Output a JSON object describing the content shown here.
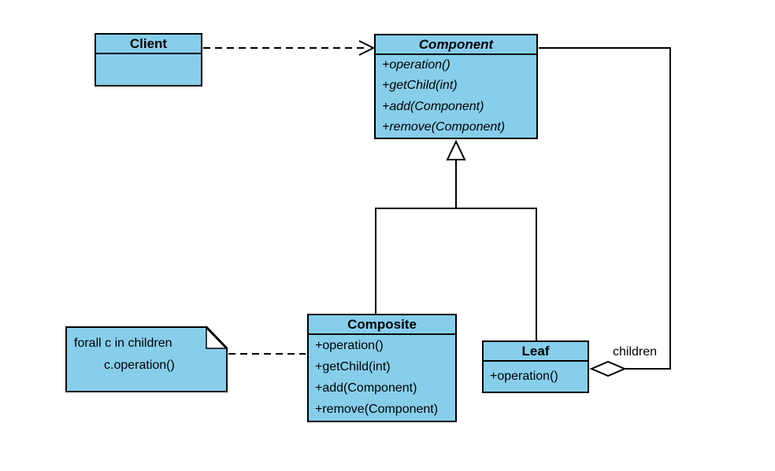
{
  "colors": {
    "class_fill": "#87CEEB",
    "line": "#000000",
    "background": "#FFFFFF"
  },
  "classes": {
    "client": {
      "name": "Client",
      "methods": []
    },
    "component": {
      "name": "Component",
      "methods": [
        "+operation()",
        "+getChild(int)",
        "+add(Component)",
        "+remove(Component)"
      ]
    },
    "composite": {
      "name": "Composite",
      "methods": [
        "+operation()",
        "+getChild(int)",
        "+add(Component)",
        "+remove(Component)"
      ]
    },
    "leaf": {
      "name": "Leaf",
      "methods": [
        "+operation()"
      ]
    }
  },
  "note": {
    "line1": "forall c in children",
    "line2": "c.operation()"
  },
  "relationships": {
    "aggregation_label": "children"
  }
}
